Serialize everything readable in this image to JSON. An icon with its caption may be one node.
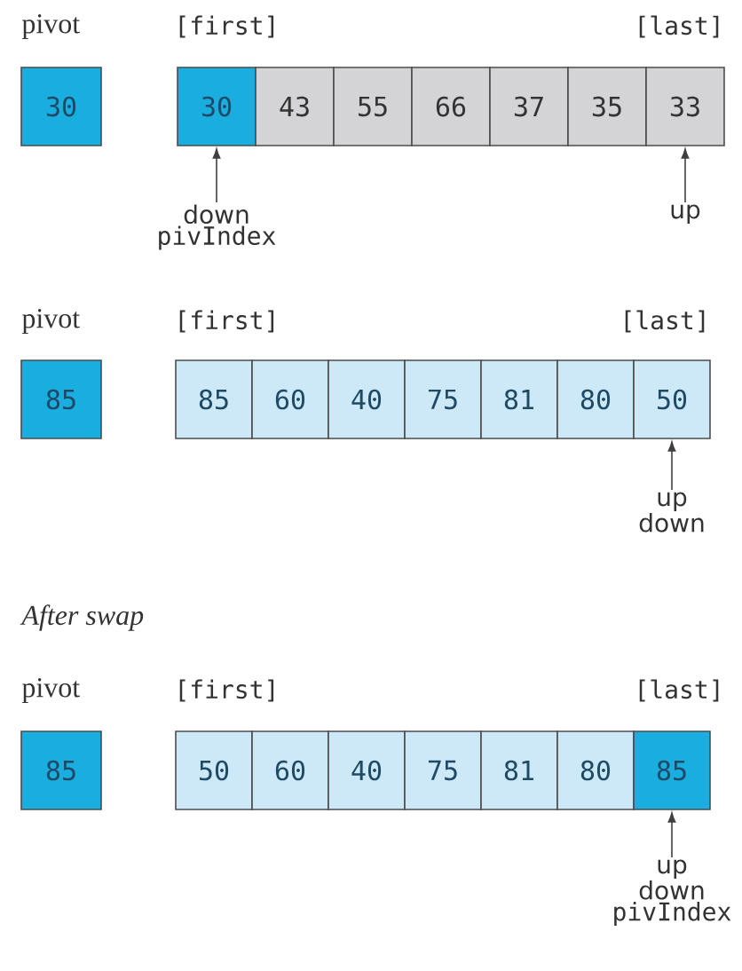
{
  "diagram": {
    "nodes": [
      {
        "text": [
          "30"
        ]
      },
      {
        "text": [
          "30"
        ]
      },
      {
        "text": [
          "43"
        ]
      },
      {
        "text": [
          "55"
        ]
      },
      {
        "text": [
          "66"
        ]
      },
      {
        "text": [
          "37"
        ]
      },
      {
        "text": [
          "35"
        ]
      },
      {
        "text": [
          "33"
        ]
      },
      {
        "text": [
          "down",
          "pivIndex"
        ]
      },
      {
        "text": [
          "up"
        ]
      },
      {
        "text": [
          "85"
        ]
      },
      {
        "text": [
          "85"
        ]
      },
      {
        "text": [
          "60"
        ]
      },
      {
        "text": [
          "40"
        ]
      },
      {
        "text": [
          "75"
        ]
      },
      {
        "text": [
          "81"
        ]
      },
      {
        "text": [
          "80"
        ]
      },
      {
        "text": [
          "50"
        ]
      },
      {
        "text": [
          "up",
          "down"
        ]
      },
      {
        "text": [
          "85"
        ]
      },
      {
        "text": [
          "50"
        ]
      },
      {
        "text": [
          "60"
        ]
      },
      {
        "text": [
          "40"
        ]
      },
      {
        "text": [
          "75"
        ]
      },
      {
        "text": [
          "81"
        ]
      },
      {
        "text": [
          "80"
        ]
      },
      {
        "text": [
          "85"
        ]
      },
      {
        "text": [
          "up",
          "down",
          "pivIndex"
        ]
      }
    ],
    "edges": [
      {
        "from": 8,
        "to": 1,
        "arrow": "to"
      },
      {
        "from": 9,
        "to": 7,
        "arrow": "to"
      },
      {
        "from": 18,
        "to": 17,
        "arrow": "to"
      },
      {
        "from": 27,
        "to": 26,
        "arrow": "to"
      }
    ],
    "labels": [
      "pivot",
      "[first]",
      "[last]",
      "pivot",
      "[first]",
      "[last]",
      "After swap",
      "pivot",
      "[first]",
      "[last]"
    ]
  }
}
